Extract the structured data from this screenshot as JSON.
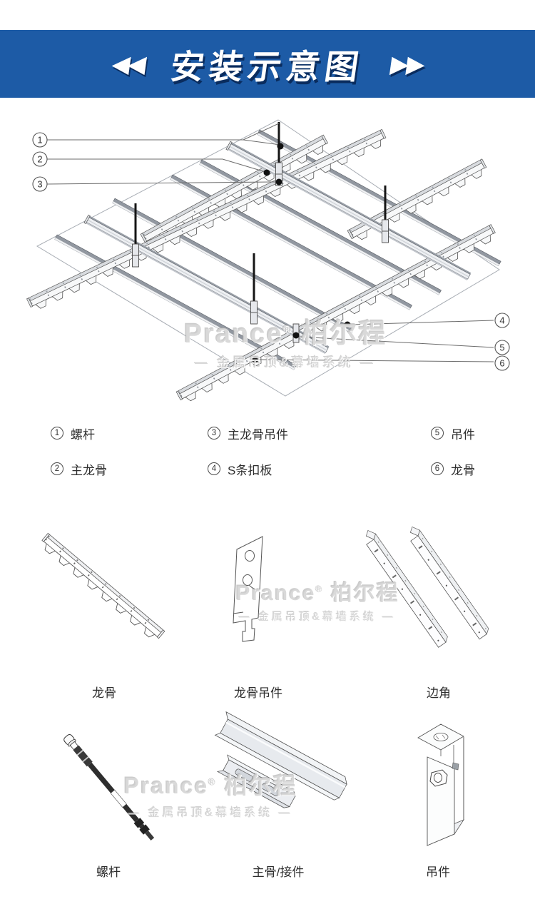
{
  "header": {
    "title": "安装示意图",
    "left_arrows": "◀◀",
    "right_arrows": "▶▶"
  },
  "diagram": {
    "callouts": [
      "1",
      "2",
      "3",
      "4",
      "5",
      "6"
    ]
  },
  "legend": {
    "items": [
      {
        "num": "1",
        "label": "螺杆"
      },
      {
        "num": "2",
        "label": "主龙骨"
      },
      {
        "num": "3",
        "label": "主龙骨吊件"
      },
      {
        "num": "4",
        "label": "S条扣板"
      },
      {
        "num": "5",
        "label": "吊件"
      },
      {
        "num": "6",
        "label": "龙骨"
      }
    ]
  },
  "components": {
    "row1": [
      "龙骨",
      "龙骨吊件",
      "边角"
    ],
    "row2": [
      "螺杆",
      "主骨/接件",
      "吊件"
    ]
  },
  "watermark": {
    "logo": "Prance",
    "reg": "®",
    "logo_cn": "柏尔程",
    "tagline": "— 金属吊顶&幕墙系统 —"
  },
  "colors": {
    "header_blue": "#1d5ba6",
    "header_shadow": "#0a2c5e",
    "line": "#555555",
    "dot": "#111111"
  }
}
